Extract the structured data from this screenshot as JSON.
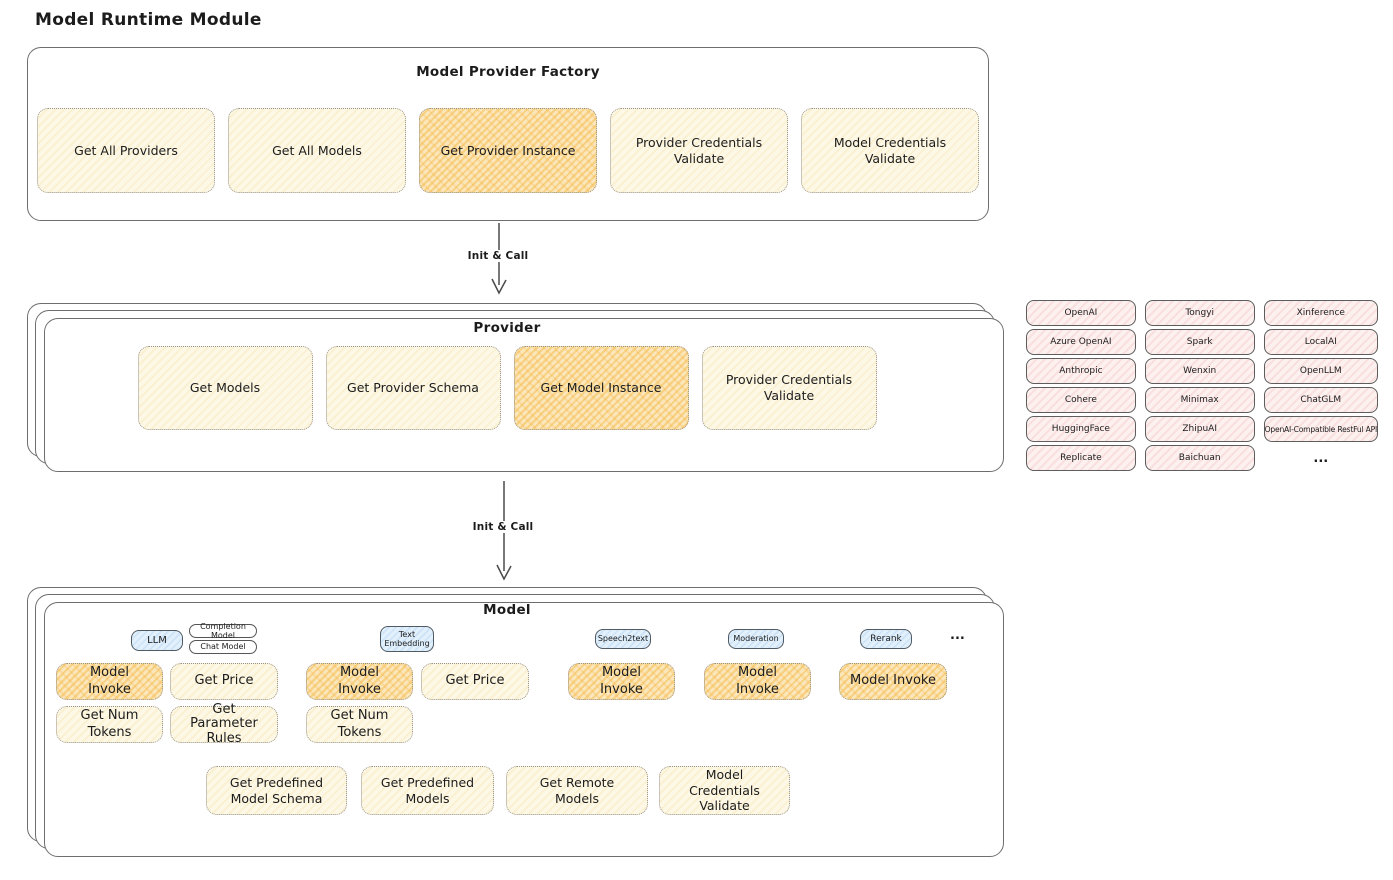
{
  "page": {
    "title": "Model Runtime Module"
  },
  "arrows": {
    "label1": "Init & Call",
    "label2": "Init & Call"
  },
  "factory": {
    "title": "Model Provider Factory",
    "items": [
      {
        "label": "Get All Providers"
      },
      {
        "label": "Get All Models"
      },
      {
        "label": "Get Provider Instance"
      },
      {
        "label": "Provider Credentials Validate"
      },
      {
        "label": "Model Credentials Validate"
      }
    ]
  },
  "provider": {
    "title": "Provider",
    "items": [
      {
        "label": "Get Models"
      },
      {
        "label": "Get Provider Schema"
      },
      {
        "label": "Get Model Instance"
      },
      {
        "label": "Provider Credentials Validate"
      }
    ]
  },
  "vendors": {
    "cells": [
      "OpenAI",
      "Azure OpenAI",
      "Anthropic",
      "Cohere",
      "HuggingFace",
      "Replicate",
      "Tongyi",
      "Spark",
      "Wenxin",
      "Minimax",
      "ZhipuAI",
      "Baichuan",
      "Xinference",
      "LocalAI",
      "OpenLLM",
      "ChatGLM",
      "OpenAI-Compatible RestFul API"
    ],
    "more": "..."
  },
  "model": {
    "title": "Model",
    "tags": {
      "llm": "LLM",
      "completion": "Completion Model",
      "chat": "Chat Model",
      "text_embedding": "Text Embedding",
      "speech2text": "Speech2text",
      "moderation": "Moderation",
      "rerank": "Rerank",
      "more": "..."
    },
    "ops": {
      "model_invoke": "Model Invoke",
      "get_price": "Get Price",
      "get_num_tokens": "Get Num Tokens",
      "get_parameter_rules": "Get Parameter Rules"
    },
    "bottom": [
      "Get Predefined Model Schema",
      "Get Predefined Models",
      "Get Remote Models",
      "Model Credentials Validate"
    ]
  },
  "colors": {
    "op_fill": "#fdf8e6",
    "op_highlight": "#fbe7bb",
    "vendor_fill": "#fdf1f0",
    "tag_fill": "#e2f0fb",
    "border": "#6e6e6e"
  }
}
